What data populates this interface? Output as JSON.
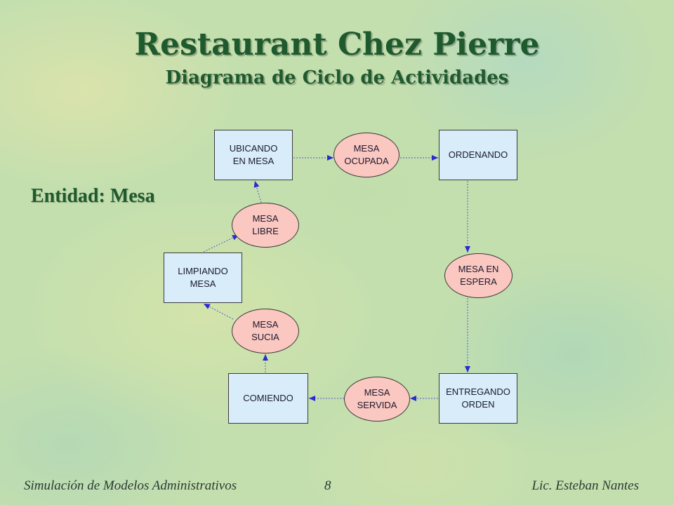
{
  "title": "Restaurant Chez Pierre",
  "subtitle": "Diagrama de Ciclo de Actividades",
  "entity_label": "Entidad: Mesa",
  "activities": {
    "ubicando": "UBICANDO\nEN MESA",
    "ordenando": "ORDENANDO",
    "entregando": "ENTREGANDO\nORDEN",
    "comiendo": "COMIENDO",
    "limpiando": "LIMPIANDO\nMESA"
  },
  "states": {
    "ocupada": "MESA\nOCUPADA",
    "espera": "MESA EN\nESPERA",
    "servida": "MESA\nSERVIDA",
    "sucia": "MESA\nSUCIA",
    "libre": "MESA\nLIBRE"
  },
  "colors": {
    "activity_fill": "#d8ecfa",
    "state_fill": "#fbc7c1",
    "arrow": "#2a2ad0",
    "title": "#1f5a2e"
  },
  "footer": {
    "left": "Simulación de Modelos Administrativos",
    "page": "8",
    "right": "Lic. Esteban Nantes"
  }
}
